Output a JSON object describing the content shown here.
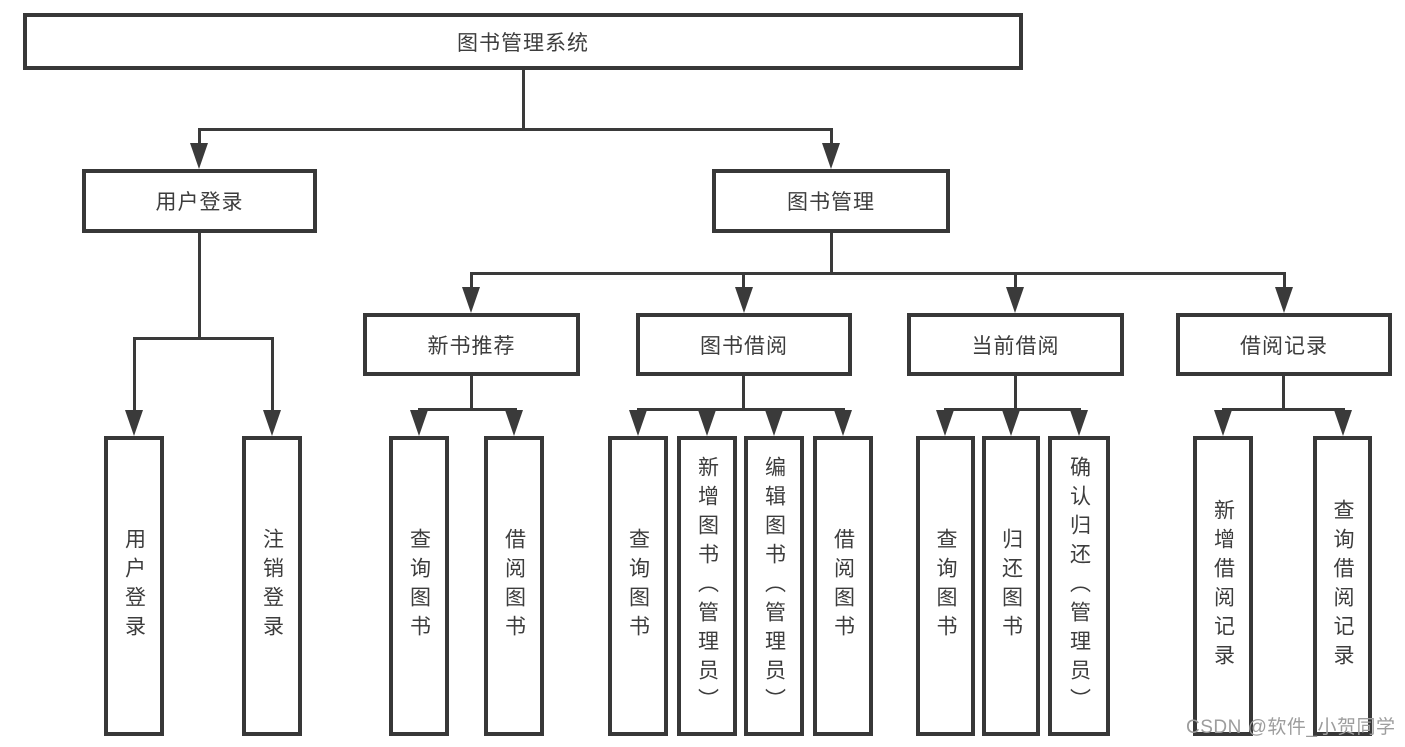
{
  "colors": {
    "line": "#3a3a3a",
    "text": "#3d3d3d",
    "watermark_gray": "#9d9d9d"
  },
  "watermark": "CSDN @软件_小贺同学",
  "tree": {
    "root": "图书管理系统",
    "branches": [
      {
        "label": "用户登录",
        "children": [
          "用户登录",
          "注销登录"
        ]
      },
      {
        "label": "图书管理",
        "groups": [
          {
            "label": "新书推荐",
            "children": [
              "查询图书",
              "借阅图书"
            ]
          },
          {
            "label": "图书借阅",
            "children": [
              "查询图书",
              "新增图书（管理员）",
              "编辑图书（管理员）",
              "借阅图书"
            ]
          },
          {
            "label": "当前借阅",
            "children": [
              "查询图书",
              "归还图书",
              "确认归还（管理员）"
            ]
          },
          {
            "label": "借阅记录",
            "children": [
              "新增借阅记录",
              "查询借阅记录"
            ]
          }
        ]
      }
    ]
  }
}
